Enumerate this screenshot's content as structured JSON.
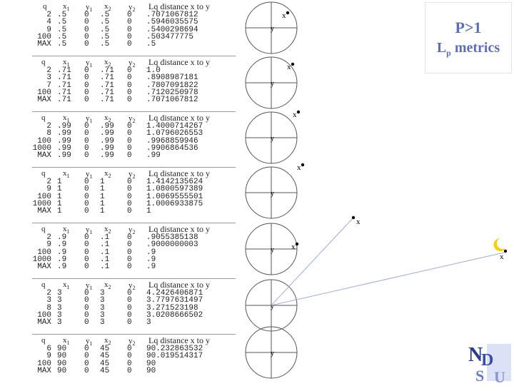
{
  "title": {
    "line1": "P>1",
    "line2_main": "L",
    "line2_sub": "p",
    "line2_rest": " metrics"
  },
  "headers": {
    "q": "q",
    "x": "x",
    "y": "y",
    "sub1": "1",
    "sub2": "2",
    "dist": "Lq distance x to y"
  },
  "point_labels": {
    "x": "x",
    "y": "y"
  },
  "blocks": [
    {
      "q": [
        "2",
        "4",
        "9",
        "100",
        "MAX"
      ],
      "x1": [
        ".5",
        ".5",
        ".5",
        ".5",
        ".5"
      ],
      "y1": [
        "0",
        "0",
        "0",
        "0",
        "0"
      ],
      "x2": [
        ".5",
        ".5",
        ".5",
        ".5",
        ".5"
      ],
      "y2": [
        "0",
        "0",
        "0",
        "0",
        "0"
      ],
      "dist": [
        ".7071067812",
        ".5946035575",
        ".5400298694",
        ".503477775",
        ".5"
      ]
    },
    {
      "q": [
        "2",
        "3",
        "7",
        "100",
        "MAX"
      ],
      "x1": [
        ".71",
        ".71",
        ".71",
        ".71",
        ".71"
      ],
      "y1": [
        "0",
        "0",
        "0",
        "0",
        "0"
      ],
      "x2": [
        ".71",
        ".71",
        ".71",
        ".71",
        ".71"
      ],
      "y2": [
        "0",
        "0",
        "0",
        "0",
        "0"
      ],
      "dist": [
        "1.0",
        ".8908987181",
        ".7807091822",
        ".7120250978",
        ".7071067812"
      ]
    },
    {
      "q": [
        "2",
        "8",
        "100",
        "1000",
        "MAX"
      ],
      "x1": [
        ".99",
        ".99",
        ".99",
        ".99",
        ".99"
      ],
      "y1": [
        "0",
        "0",
        "0",
        "0",
        "0"
      ],
      "x2": [
        ".99",
        ".99",
        ".99",
        ".99",
        ".99"
      ],
      "y2": [
        "0",
        "0",
        "0",
        "0",
        "0"
      ],
      "dist": [
        "1.4000714267",
        "1.0796026553",
        ".9968859946",
        ".9906864536",
        ".99"
      ]
    },
    {
      "q": [
        "2",
        "9",
        "100",
        "1000",
        "MAX"
      ],
      "x1": [
        "1",
        "1",
        "1",
        "1",
        "1"
      ],
      "y1": [
        "0",
        "0",
        "0",
        "0",
        "0"
      ],
      "x2": [
        "1",
        "1",
        "1",
        "1",
        "1"
      ],
      "y2": [
        "0",
        "0",
        "0",
        "0",
        "0"
      ],
      "dist": [
        "1.4142135624",
        "1.0800597389",
        "1.0069555501",
        "1.0006933875",
        "1"
      ]
    },
    {
      "q": [
        "2",
        "9",
        "100",
        "1000",
        "MAX"
      ],
      "x1": [
        ".9",
        ".9",
        ".9",
        ".9",
        ".9"
      ],
      "y1": [
        "0",
        "0",
        "0",
        "0",
        "0"
      ],
      "x2": [
        ".1",
        ".1",
        ".1",
        ".1",
        ".1"
      ],
      "y2": [
        "0",
        "0",
        "0",
        "0",
        "0"
      ],
      "dist": [
        ".9055385138",
        ".9000000003",
        ".9",
        ".9",
        ".9"
      ]
    },
    {
      "q": [
        "2",
        "3",
        "8",
        "100",
        "MAX"
      ],
      "x1": [
        "3",
        "3",
        "3",
        "3",
        "3"
      ],
      "y1": [
        "0",
        "0",
        "0",
        "0",
        "0"
      ],
      "x2": [
        "3",
        "3",
        "3",
        "3",
        "3"
      ],
      "y2": [
        "0",
        "0",
        "0",
        "0",
        "0"
      ],
      "dist": [
        "4.2426406871",
        "3.7797631497",
        "3.271523198",
        "3.0208666502",
        "3"
      ]
    },
    {
      "q": [
        "6",
        "9",
        "100",
        "MAX"
      ],
      "x1": [
        "90",
        "90",
        "90",
        "90"
      ],
      "y1": [
        "0",
        "0",
        "0",
        "0"
      ],
      "x2": [
        "45",
        "45",
        "45",
        "45"
      ],
      "y2": [
        "0",
        "0",
        "0",
        "0"
      ],
      "dist": [
        "90.232863532",
        "90.019514317",
        "90",
        "90"
      ]
    }
  ],
  "logo": {
    "letters": "NDSU",
    "letter_n": "N",
    "letter_d": "D",
    "letter_s": "S",
    "letter_u": "U"
  },
  "colors": {
    "text": "#222222",
    "circle": "#555555",
    "line": "#a0a8e0",
    "title": "#5d6fb4",
    "logo_blue": "#3a4fa0",
    "moon": "#f0d000"
  }
}
